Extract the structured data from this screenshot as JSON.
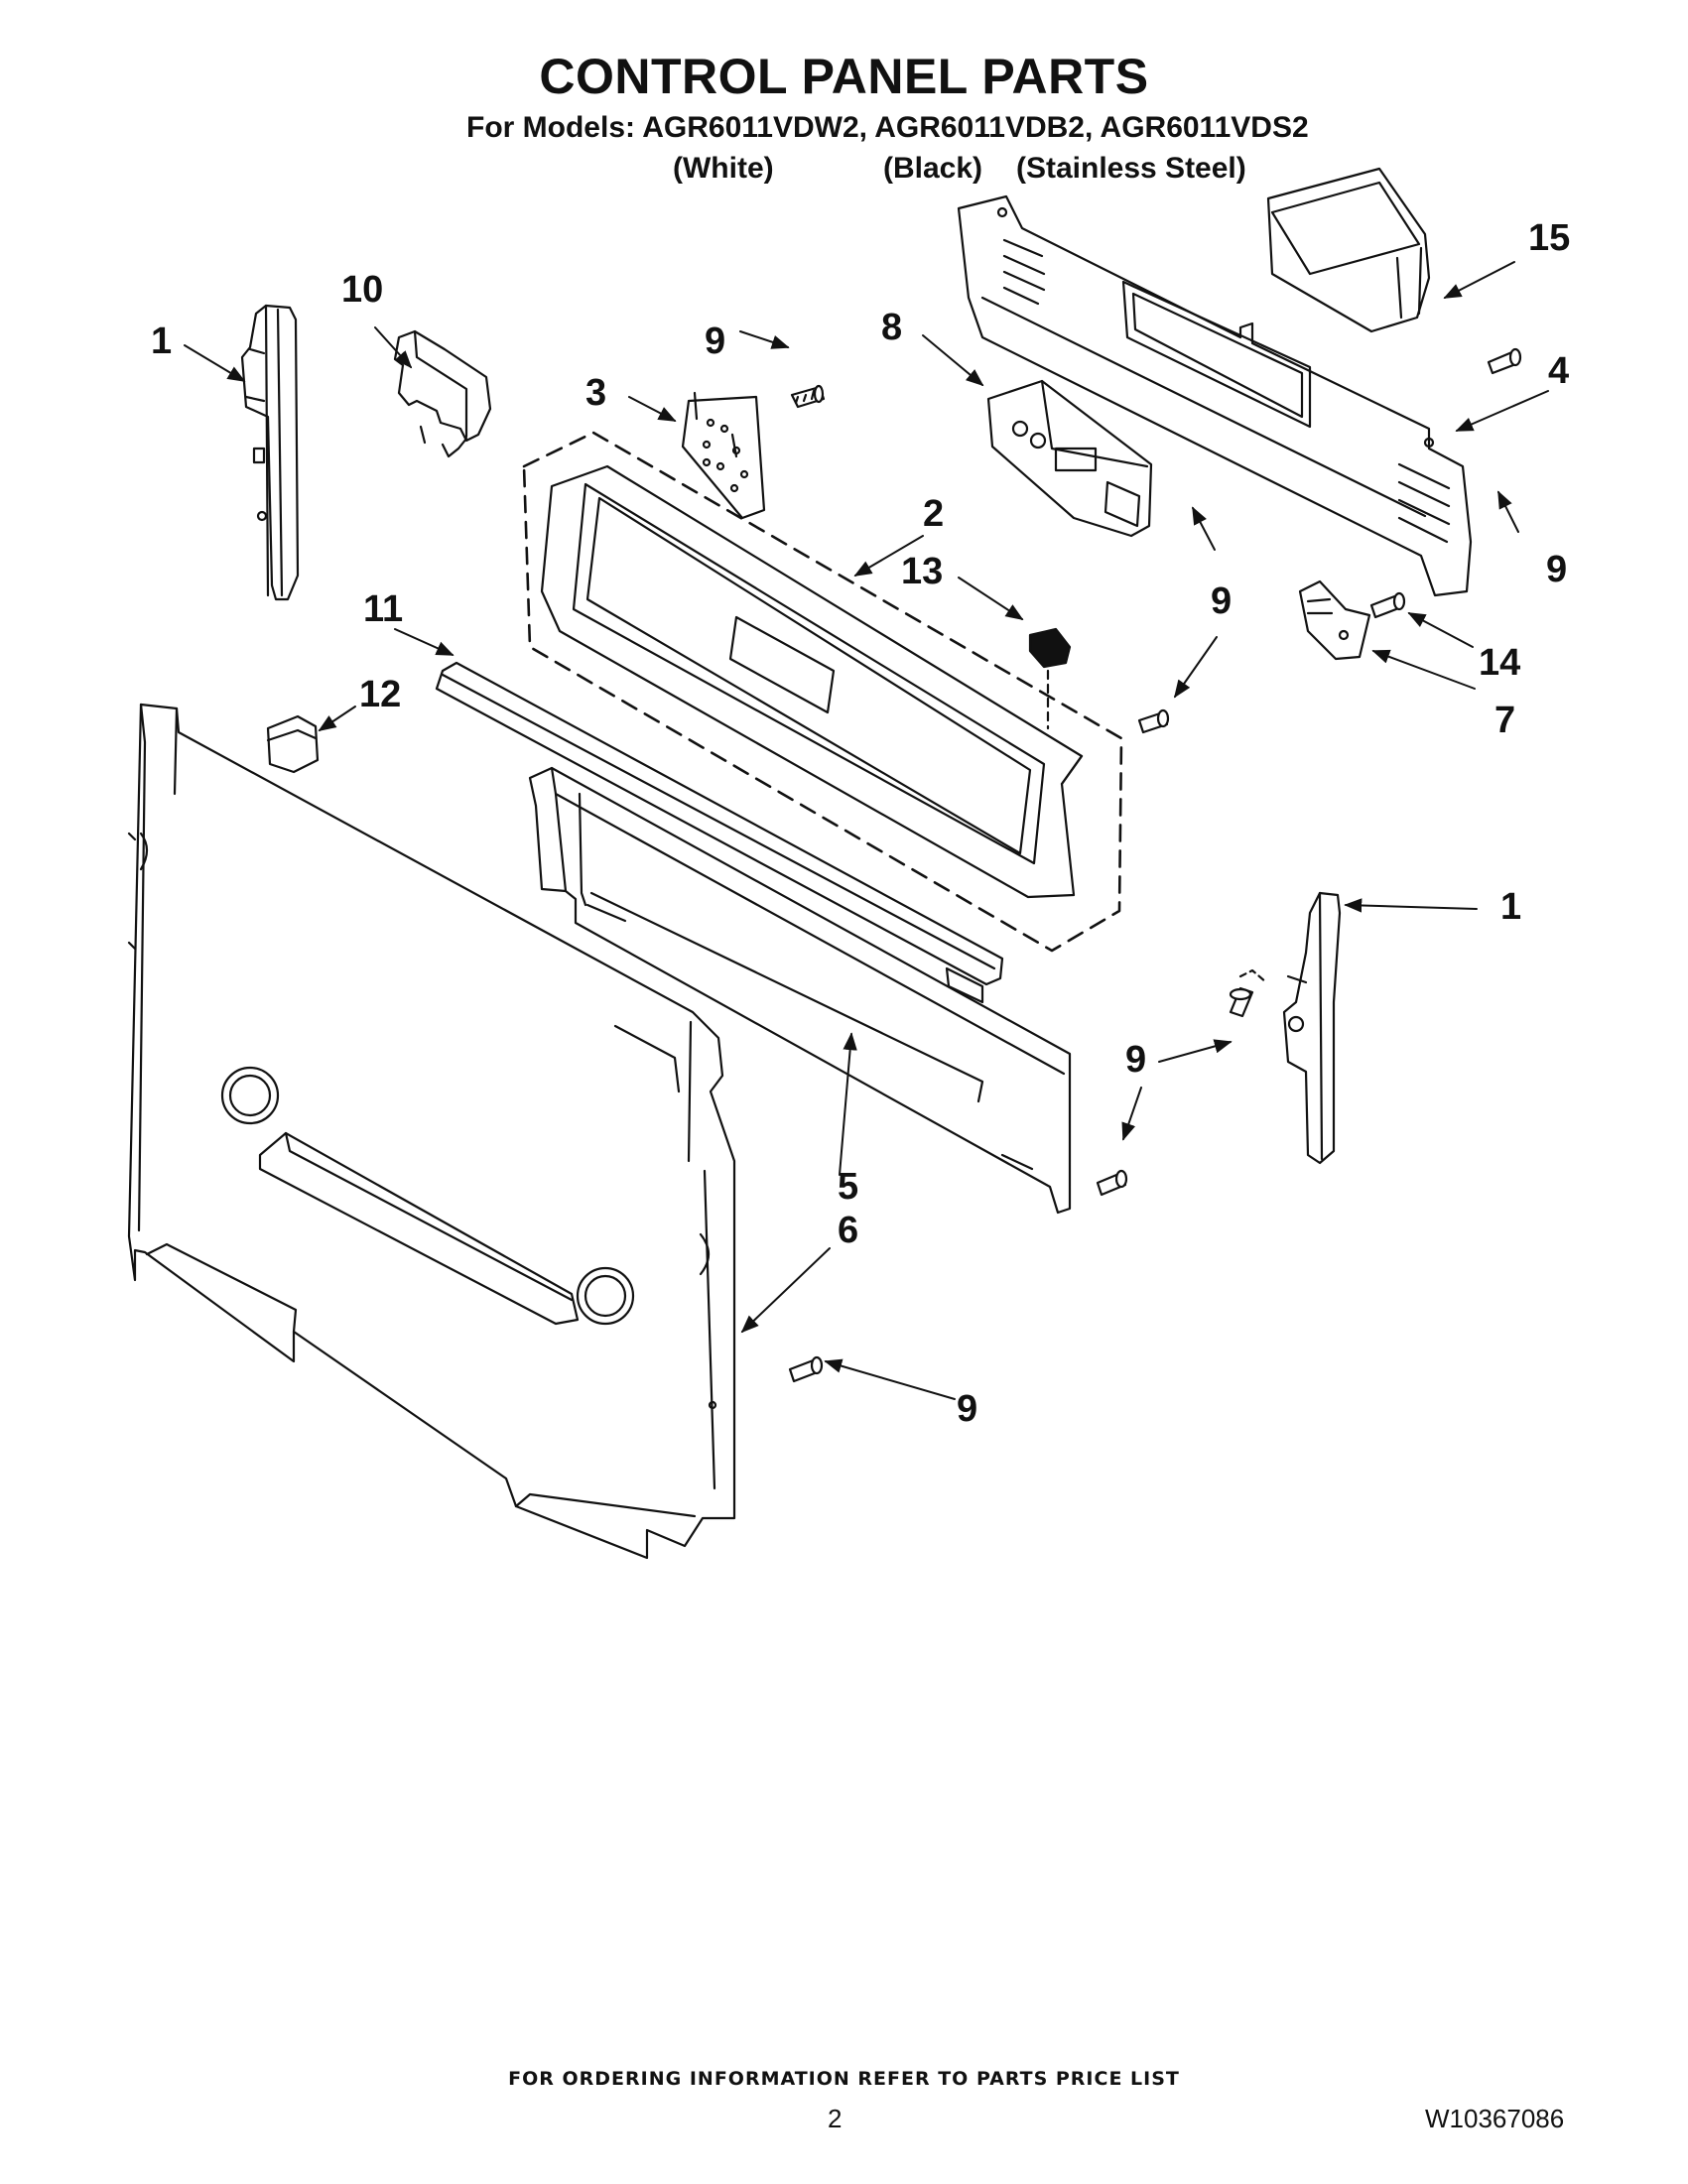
{
  "header": {
    "title": "CONTROL PANEL PARTS",
    "models_line": "For Models: AGR6011VDW2, AGR6011VDB2, AGR6011VDS2",
    "variants": [
      "(White)",
      "(Black)",
      "(Stainless Steel)"
    ]
  },
  "callouts": {
    "c1a": "1",
    "c10": "10",
    "c9a": "9",
    "c3": "3",
    "c8": "8",
    "c15": "15",
    "c4": "4",
    "c9b": "9",
    "c2": "2",
    "c13": "13",
    "c9c": "9",
    "c11": "11",
    "c12": "12",
    "c14": "14",
    "c7": "7",
    "c1b": "1",
    "c9d": "9",
    "c5": "5",
    "c6": "6",
    "c9e": "9"
  },
  "footer": {
    "note": "FOR ORDERING INFORMATION REFER TO PARTS PRICE LIST",
    "page_number": "2",
    "document_number": "W10367086"
  },
  "colors": {
    "line": "#111111",
    "background": "#ffffff"
  }
}
